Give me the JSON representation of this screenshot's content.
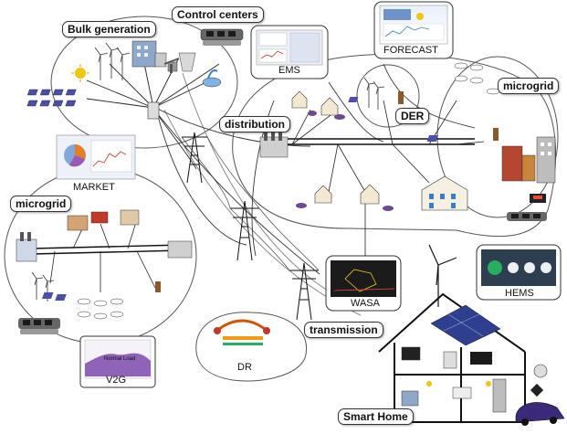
{
  "labels": {
    "bulk_generation": "Bulk generation",
    "control_centers": "Control centers",
    "ems": "EMS",
    "forecast": "FORECAST",
    "microgrid_right": "microgrid",
    "der": "DER",
    "distribution": "distribution",
    "market": "MARKET",
    "microgrid_left": "microgrid",
    "wasa": "WASA",
    "transmission": "transmission",
    "hems": "HEMS",
    "dr": "DR",
    "v2g": "V2G",
    "smart_home": "Smart Home"
  },
  "chart_text": {
    "v2g_curve_label": "Normal Load"
  },
  "colors": {
    "line": "#222222",
    "panel": "#4b4fa8",
    "building_red": "#b5462f",
    "v2g_fill": "#8f63b8",
    "screen_dark": "#1b1b1b"
  }
}
